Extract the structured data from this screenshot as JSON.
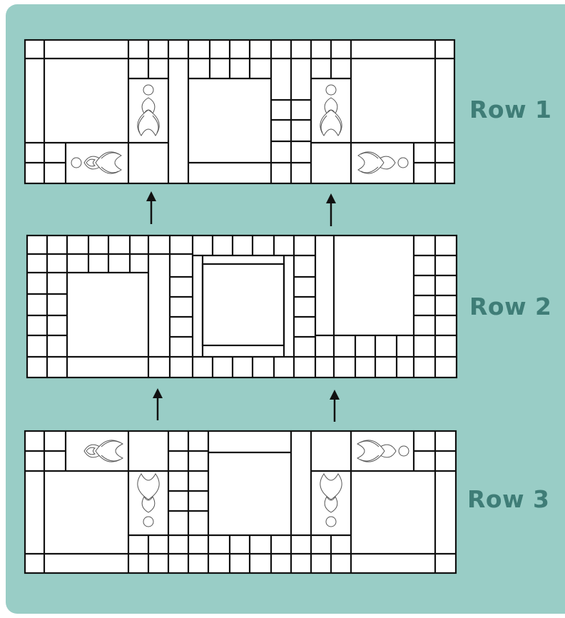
{
  "colors": {
    "background": "#99cdc6",
    "label": "#3f7d77",
    "block_fill": "#ffffff",
    "line": "#111111",
    "applique_stroke": "#555555"
  },
  "rows": [
    {
      "label": "Row 1"
    },
    {
      "label": "Row 2"
    },
    {
      "label": "Row 3"
    }
  ],
  "applique_motif": "leaf-petal-applique-icon",
  "arrow_icon": "up-arrow-icon"
}
